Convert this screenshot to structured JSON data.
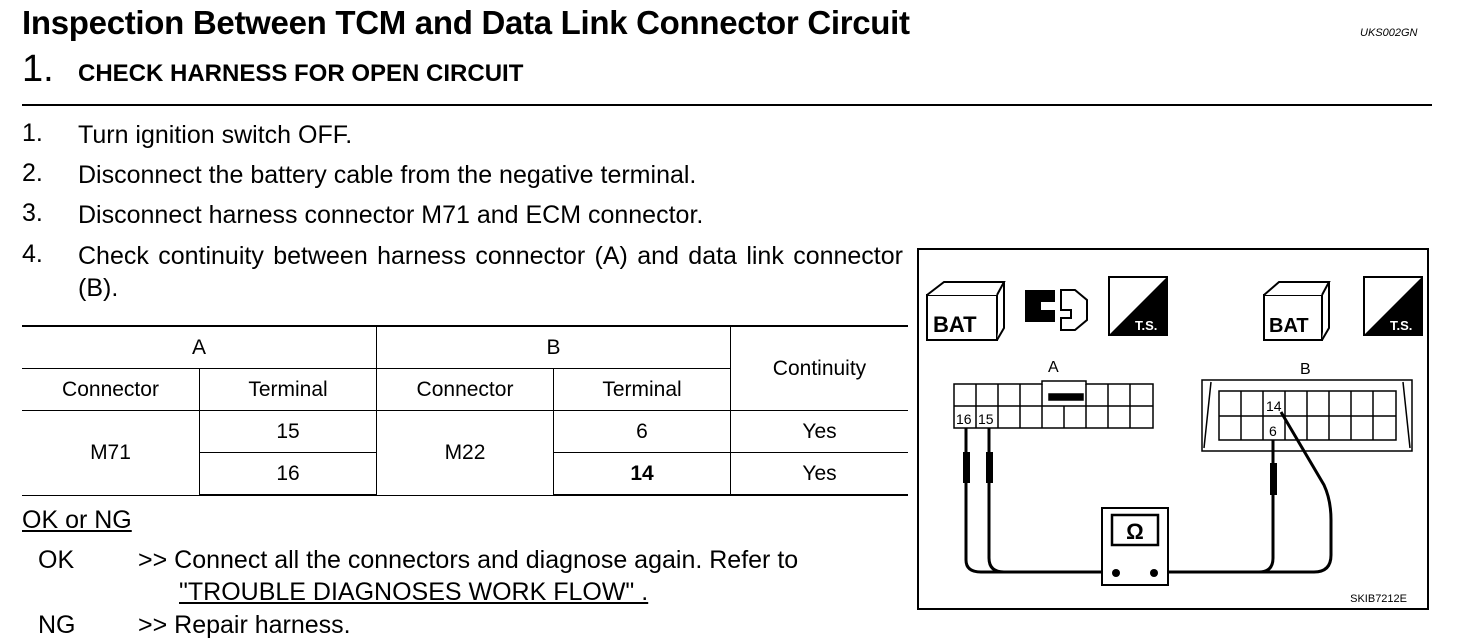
{
  "title": "Inspection Between TCM and Data Link Connector Circuit",
  "doc_code": "UKS002GN",
  "step": {
    "number": "1.",
    "title": "CHECK HARNESS FOR OPEN CIRCUIT"
  },
  "instructions": [
    {
      "n": "1.",
      "text": "Turn ignition switch OFF."
    },
    {
      "n": "2.",
      "text": "Disconnect the battery cable from the negative terminal."
    },
    {
      "n": "3.",
      "text": "Disconnect harness connector M71 and ECM connector."
    },
    {
      "n": "4.",
      "text": "Check continuity between harness connector (A) and data link connector (B)."
    }
  ],
  "table": {
    "group_a": "A",
    "group_b": "B",
    "continuity": "Continuity",
    "connector": "Connector",
    "terminal": "Terminal",
    "a_connector": "M71",
    "b_connector": "M22",
    "rows": [
      {
        "a_terminal": "15",
        "b_terminal": "6",
        "result": "Yes"
      },
      {
        "a_terminal": "16",
        "b_terminal": "14",
        "result": "Yes"
      }
    ]
  },
  "okng": {
    "heading": "OK or NG",
    "ok_label": "OK",
    "ok_text": ">> Connect all the connectors and diagnose again. Refer to",
    "ok_link": "\"TROUBLE DIAGNOSES WORK FLOW\" .",
    "ng_label": "NG",
    "ng_text": ">> Repair harness."
  },
  "diagram": {
    "bat": "BAT",
    "ts": "T.S.",
    "label_a": "A",
    "label_b": "B",
    "pins_a": [
      "16",
      "15"
    ],
    "pins_b": [
      "14",
      "6"
    ],
    "ohm": "Ω",
    "figure_code": "SKIB7212E"
  }
}
